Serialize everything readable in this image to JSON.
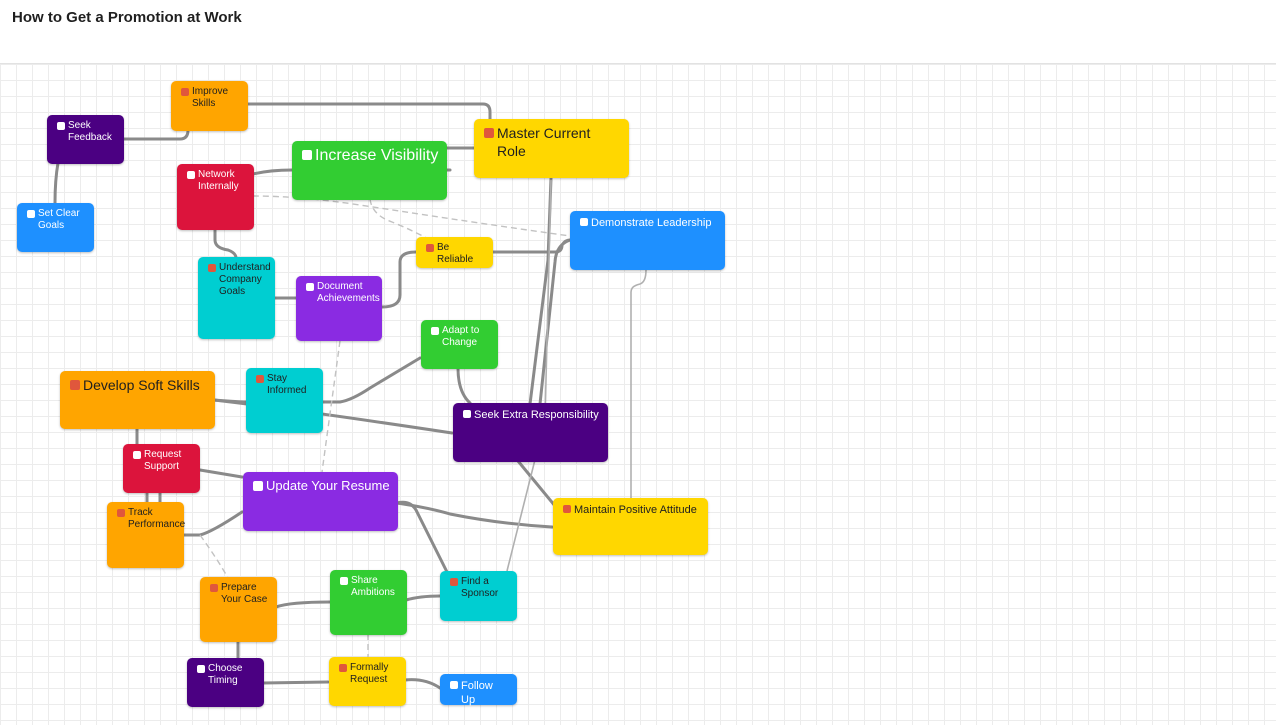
{
  "page": {
    "title": "How to Get a Promotion at Work"
  },
  "colors": {
    "orange": "#ffa500",
    "purple_dark": "#4b0082",
    "blue": "#1e90ff",
    "red": "#dc143c",
    "green": "#32cd32",
    "yellow": "#ffd700",
    "teal": "#00ced1",
    "violet": "#8a2be2",
    "link": "#8a8a8a"
  },
  "nodes": {
    "improve_skills": {
      "label": "Improve Skills",
      "icon": "chart-icon"
    },
    "seek_feedback": {
      "label": "Seek Feedback",
      "icon": "speech-icon"
    },
    "set_clear_goals": {
      "label": "Set Clear Goals",
      "icon": "target-icon"
    },
    "master_current_role": {
      "label": "Master Current Role",
      "icon": "trophy-icon"
    },
    "increase_visibility": {
      "label": "Increase Visibility",
      "icon": "eye-icon"
    },
    "network_internally": {
      "label": "Network Internally",
      "icon": "handshake-icon"
    },
    "demonstrate_leadership": {
      "label": "Demonstrate Leadership",
      "icon": "compass-icon"
    },
    "be_reliable": {
      "label": "Be Reliable",
      "icon": "clock-icon"
    },
    "understand_company_goals": {
      "label": "Understand Company Goals",
      "icon": "building-icon"
    },
    "document_achievements": {
      "label": "Document Achievements",
      "icon": "document-icon"
    },
    "adapt_to_change": {
      "label": "Adapt to Change",
      "icon": "refresh-icon"
    },
    "develop_soft_skills": {
      "label": "Develop Soft Skills",
      "icon": "person-icon"
    },
    "stay_informed": {
      "label": "Stay Informed",
      "icon": "newspaper-icon"
    },
    "seek_extra_responsibility": {
      "label": "Seek Extra Responsibility",
      "icon": "laptop-icon"
    },
    "request_support": {
      "label": "Request Support",
      "icon": "sos-icon"
    },
    "update_your_resume": {
      "label": "Update Your Resume",
      "icon": "memo-icon"
    },
    "track_performance": {
      "label": "Track Performance",
      "icon": "bar-chart-icon"
    },
    "maintain_positive_attitude": {
      "label": "Maintain Positive Attitude",
      "icon": "smile-icon"
    },
    "prepare_your_case": {
      "label": "Prepare Your Case",
      "icon": "page-icon"
    },
    "share_ambitions": {
      "label": "Share Ambitions",
      "icon": "chat-icon"
    },
    "find_a_sponsor": {
      "label": "Find a Sponsor",
      "icon": "briefcase-icon"
    },
    "choose_timing": {
      "label": "Choose Timing",
      "icon": "hourglass-icon"
    },
    "formally_request": {
      "label": "Formally Request",
      "icon": "envelope-icon"
    },
    "follow_up": {
      "label": "Follow Up",
      "icon": "repeat-icon"
    }
  }
}
